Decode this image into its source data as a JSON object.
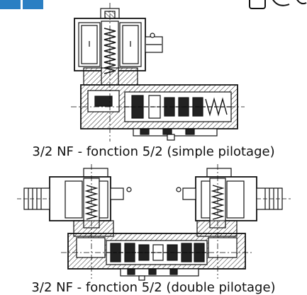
{
  "captions": {
    "simple": "3/2 NF - fonction 5/2 (simple pilotage)",
    "double": "3/2 NF - fonction 5/2 (double pilotage)"
  },
  "colors": {
    "accent": "#2b7fc3",
    "ink": "#111111"
  },
  "icons": [
    "cad-section-drawing",
    "corner-icon"
  ]
}
